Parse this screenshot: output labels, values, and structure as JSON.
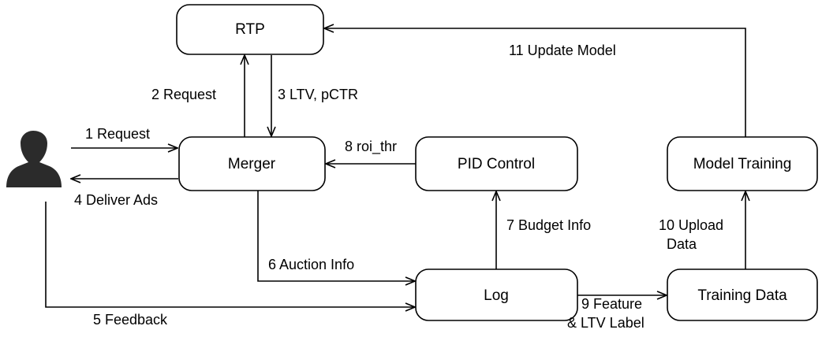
{
  "nodes": {
    "rtp": "RTP",
    "merger": "Merger",
    "pid_control": "PID Control",
    "model_training": "Model Training",
    "log": "Log",
    "training_data": "Training Data"
  },
  "actor": {
    "icon": "user-silhouette-icon"
  },
  "edges": {
    "request_1": "1 Request",
    "request_2": "2 Request",
    "ltv_pctr_3": "3 LTV, pCTR",
    "deliver_ads_4": "4 Deliver Ads",
    "feedback_5": "5 Feedback",
    "auction_info_6": "6 Auction Info",
    "budget_info_7": "7 Budget Info",
    "roi_thr_8": "8 roi_thr",
    "feature_9_line1": "9 Feature",
    "feature_9_line2": "& LTV Label",
    "upload_data_10_line1": "10 Upload",
    "upload_data_10_line2": "Data",
    "update_model_11": "11 Update Model"
  },
  "colors": {
    "stroke": "#000000",
    "background": "#ffffff",
    "icon": "#2b2b2b"
  }
}
